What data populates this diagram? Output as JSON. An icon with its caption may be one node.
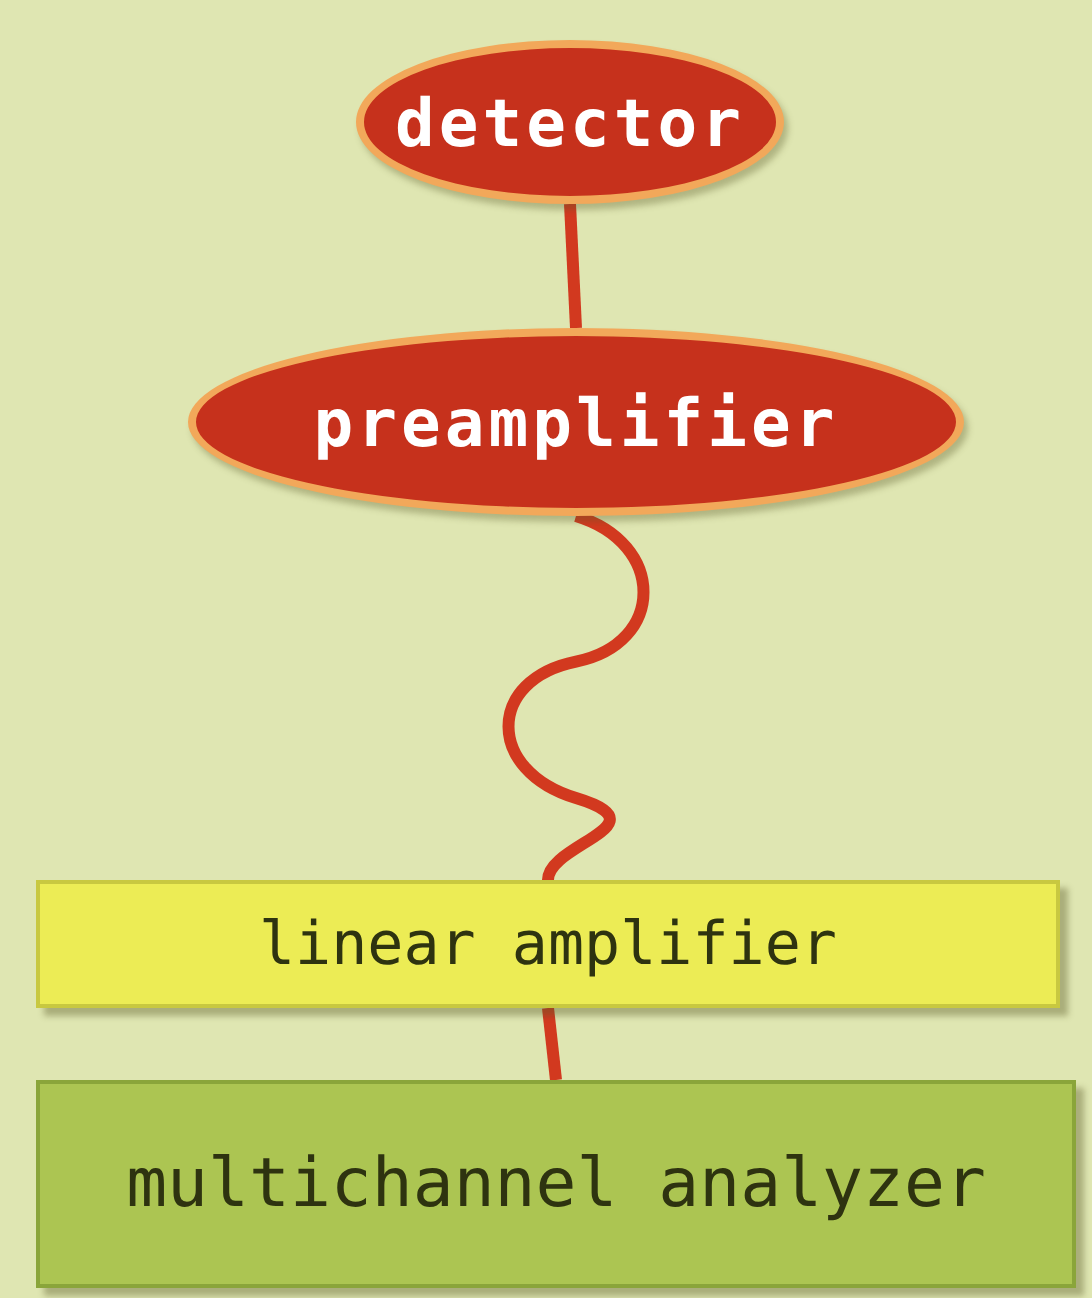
{
  "diagram": {
    "nodes": [
      {
        "text": [
          "detector"
        ]
      },
      {
        "text": [
          "preamplifier"
        ]
      },
      {
        "text": [
          "linear amplifier"
        ]
      },
      {
        "text": [
          "multichannel analyzer"
        ]
      }
    ],
    "edges": [
      {
        "from": 0,
        "to": 1,
        "arrow": "none"
      },
      {
        "from": 1,
        "to": 2,
        "arrow": "none"
      },
      {
        "from": 2,
        "to": 3,
        "arrow": "none"
      }
    ]
  }
}
